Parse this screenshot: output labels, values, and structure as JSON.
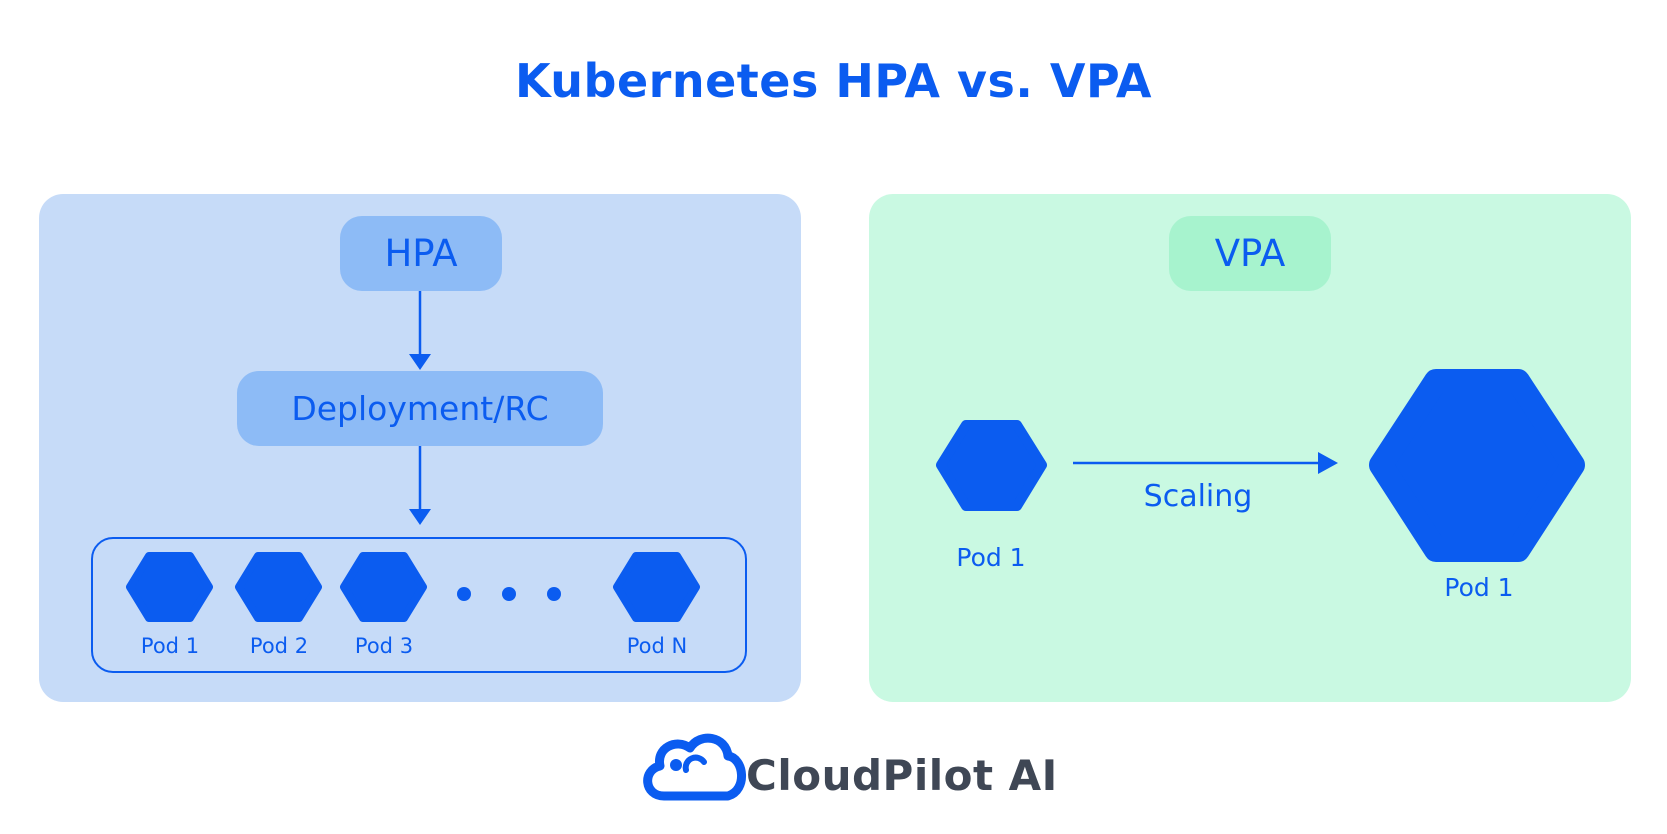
{
  "title": "Kubernetes HPA vs. VPA",
  "hpa": {
    "label": "HPA",
    "controller_label": "Deployment/RC",
    "pods": [
      "Pod 1",
      "Pod 2",
      "Pod 3",
      "Pod N"
    ]
  },
  "vpa": {
    "label": "VPA",
    "small_pod_label": "Pod 1",
    "scaling_label": "Scaling",
    "large_pod_label": "Pod 1"
  },
  "brand": {
    "name": "CloudPilot AI"
  },
  "colors": {
    "accent": "#0b5cf0",
    "hpa_panel": "#c6dbf8",
    "hpa_pill": "#8dbbf6",
    "vpa_panel": "#c9f9e2",
    "vpa_pill": "#a7f3ce",
    "brand_text": "#3f4755"
  }
}
